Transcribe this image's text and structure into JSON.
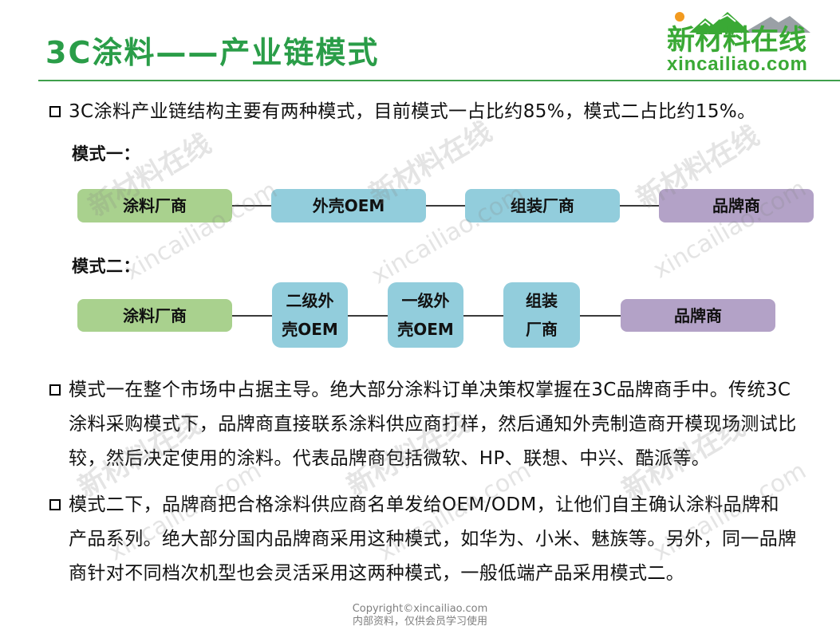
{
  "slide": {
    "title": "3C涂料——产业链模式",
    "logo": {
      "brand": "新材料在线",
      "url": "xincailiao.com"
    },
    "intro": {
      "lines": [
        "3C涂料产业链结构主要有两种模式，目前模式一占比约85%，模式二占比约15%。"
      ]
    },
    "mode1": {
      "label": "模式一：",
      "nodes": [
        {
          "label": "涂料厂商",
          "color": "#a9d18e"
        },
        {
          "label": "外壳OEM",
          "color": "#92cddc"
        },
        {
          "label": "组装厂商",
          "color": "#92cddc"
        },
        {
          "label": "品牌商",
          "color": "#b3a2c7"
        }
      ]
    },
    "mode2": {
      "label": "模式二：",
      "nodes": [
        {
          "label": "涂料厂商",
          "color": "#a9d18e"
        },
        {
          "label": "二级外壳OEM",
          "color": "#92cddc"
        },
        {
          "label": "一级外壳OEM",
          "color": "#92cddc"
        },
        {
          "label": "组装厂商",
          "color": "#92cddc"
        },
        {
          "label": "品牌商",
          "color": "#b3a2c7"
        }
      ]
    },
    "paragraphs": [
      {
        "lines": [
          "模式一在整个市场中占据主导。绝大部分涂料订单决策权掌握在3C品牌商手中。传统3C",
          "涂料采购模式下，品牌商直接联系涂料供应商打样，然后通知外壳制造商开模现场测试比",
          "较，然后决定使用的涂料。代表品牌商包括微软、HP、联想、中兴、酷派等。"
        ]
      },
      {
        "lines": [
          "模式二下，品牌商把合格涂料供应商名单发给OEM/ODM，让他们自主确认涂料品牌和",
          "产品系列。绝大部分国内品牌商采用这种模式，如华为、小米、魅族等。另外，同一品牌",
          "商针对不同档次机型也会灵活采用这两种模式，一般低端产品采用模式二。"
        ]
      }
    ],
    "footer": {
      "copyright": "Copyright©xincailiao.com",
      "notice": "内部资料，仅供会员学习使用"
    },
    "watermark": {
      "brand": "新材料在线",
      "url": "xincailiao.com"
    }
  },
  "colors": {
    "title_green": "#2a9d48",
    "rule_green": "#3f9f4c",
    "logo_green": "#3aa935",
    "logo_sun": "#f29a1f",
    "logo_mountain_gray": "#9aa0a6"
  },
  "icons": {
    "bullet": "hollow-square-bullet",
    "logo": "mountain-sun"
  }
}
